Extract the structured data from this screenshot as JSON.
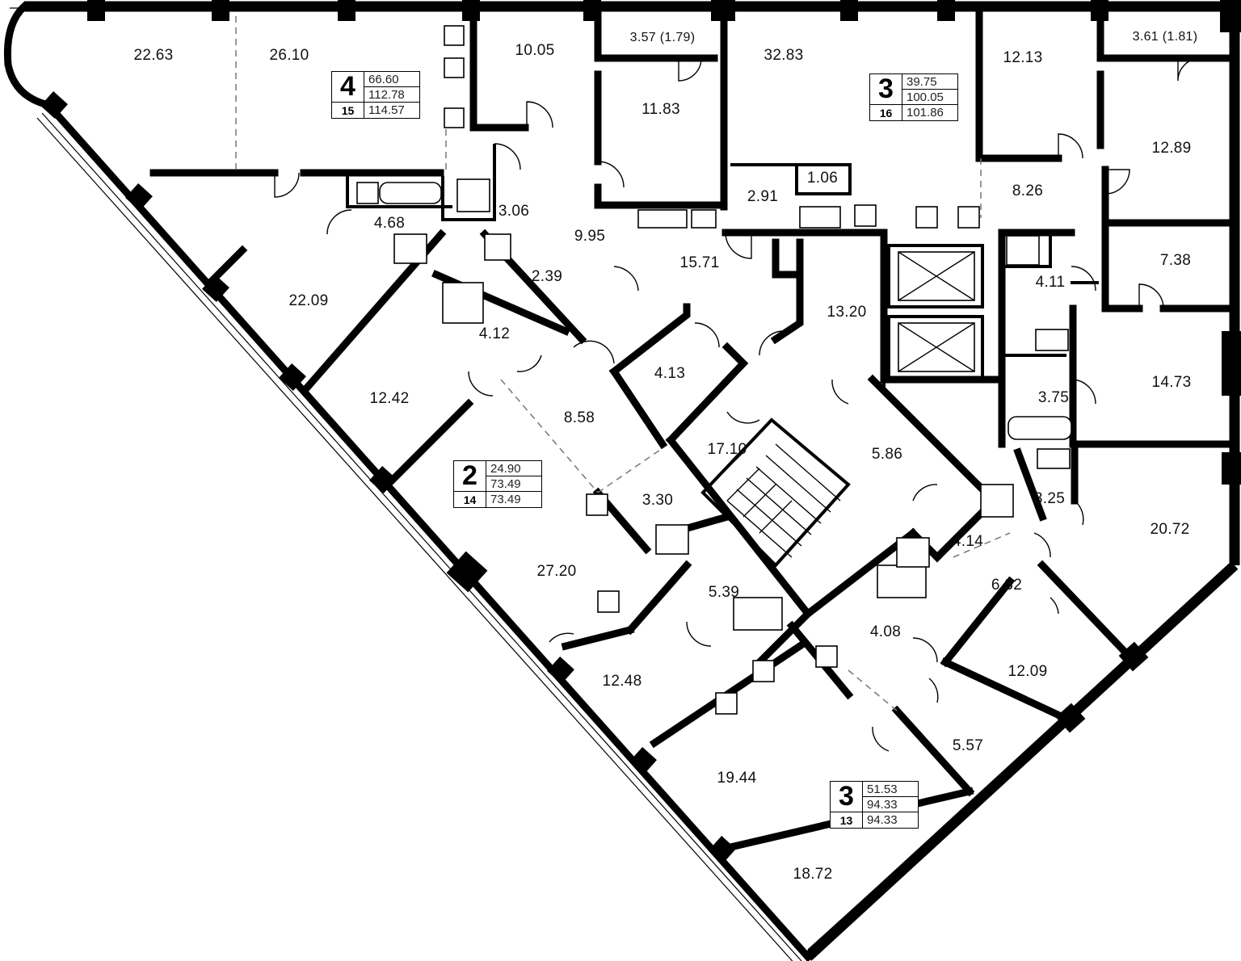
{
  "rooms": [
    {
      "id": "r1",
      "area": "22.63"
    },
    {
      "id": "r2",
      "area": "26.10"
    },
    {
      "id": "r3",
      "area": "10.05"
    },
    {
      "id": "r4",
      "area": "3.57 (1.79)"
    },
    {
      "id": "r5",
      "area": "11.83"
    },
    {
      "id": "r6",
      "area": "32.83"
    },
    {
      "id": "r7",
      "area": "12.13"
    },
    {
      "id": "r8",
      "area": "3.61 (1.81)"
    },
    {
      "id": "r9",
      "area": "12.89"
    },
    {
      "id": "r10",
      "area": "4.68"
    },
    {
      "id": "r11",
      "area": "3.06"
    },
    {
      "id": "r12",
      "area": "9.95"
    },
    {
      "id": "r13",
      "area": "2.91"
    },
    {
      "id": "r14",
      "area": "1.06"
    },
    {
      "id": "r15",
      "area": "8.26"
    },
    {
      "id": "r16",
      "area": "22.09"
    },
    {
      "id": "r17",
      "area": "2.39"
    },
    {
      "id": "r18",
      "area": "15.71"
    },
    {
      "id": "r19",
      "area": "13.20"
    },
    {
      "id": "r20",
      "area": "4.11"
    },
    {
      "id": "r21",
      "area": "7.38"
    },
    {
      "id": "r22",
      "area": "4.12"
    },
    {
      "id": "r23",
      "area": "4.13"
    },
    {
      "id": "r24",
      "area": "12.42"
    },
    {
      "id": "r25",
      "area": "8.58"
    },
    {
      "id": "r26",
      "area": "17.10"
    },
    {
      "id": "r27",
      "area": "5.86"
    },
    {
      "id": "r28",
      "area": "3.75"
    },
    {
      "id": "r29",
      "area": "14.73"
    },
    {
      "id": "r30",
      "area": "3.30"
    },
    {
      "id": "r31",
      "area": "3.25"
    },
    {
      "id": "r32",
      "area": "20.72"
    },
    {
      "id": "r33",
      "area": "4.14"
    },
    {
      "id": "r34",
      "area": "27.20"
    },
    {
      "id": "r35",
      "area": "5.39"
    },
    {
      "id": "r36",
      "area": "6.32"
    },
    {
      "id": "r37",
      "area": "4.08"
    },
    {
      "id": "r38",
      "area": "12.48"
    },
    {
      "id": "r39",
      "area": "12.09"
    },
    {
      "id": "r40",
      "area": "5.57"
    },
    {
      "id": "r41",
      "area": "19.44"
    },
    {
      "id": "r42",
      "area": "18.72"
    }
  ],
  "apartments": [
    {
      "rooms": "4",
      "number": "15",
      "living": "66.60",
      "total": "112.78",
      "total_with_balcony": "114.57"
    },
    {
      "rooms": "3",
      "number": "16",
      "living": "39.75",
      "total": "100.05",
      "total_with_balcony": "101.86"
    },
    {
      "rooms": "2",
      "number": "14",
      "living": "24.90",
      "total": "73.49",
      "total_with_balcony": "73.49"
    },
    {
      "rooms": "3",
      "number": "13",
      "living": "51.53",
      "total": "94.33",
      "total_with_balcony": "94.33"
    }
  ]
}
